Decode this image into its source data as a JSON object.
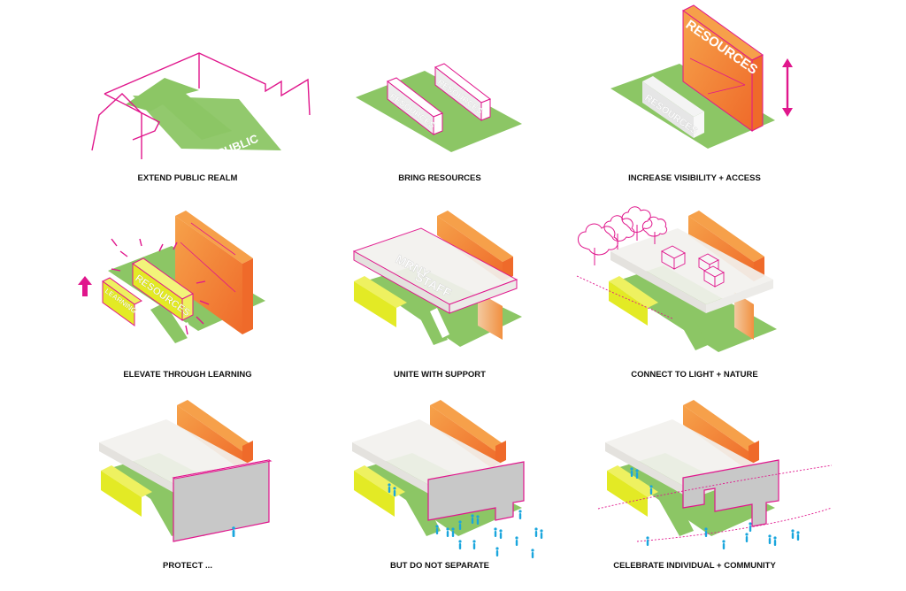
{
  "palette": {
    "green": "#8cc665",
    "green_dark": "#79b552",
    "magenta": "#e0168c",
    "orange": "#f07a2a",
    "orange_light": "#f6b04a",
    "yellow": "#e3ea25",
    "grey": "#c9c9c9",
    "white_slab": "#f1f1ee",
    "cyan": "#1aa6dd"
  },
  "block_labels": {
    "public": "PUBLIC",
    "resources": "RESOURCES",
    "learning": "LEARNING",
    "staff_line1": "MRNY",
    "staff_line2": "STAFF"
  },
  "panels": [
    {
      "caption": "EXTEND PUBLIC REALM"
    },
    {
      "caption": "BRING RESOURCES"
    },
    {
      "caption": "INCREASE VISIBILITY + ACCESS"
    },
    {
      "caption": "ELEVATE THROUGH LEARNING"
    },
    {
      "caption": "UNITE WITH SUPPORT"
    },
    {
      "caption": "CONNECT TO LIGHT + NATURE"
    },
    {
      "caption": "PROTECT ..."
    },
    {
      "caption": "BUT DO NOT SEPARATE"
    },
    {
      "caption": "CELEBRATE INDIVIDUAL + COMMUNITY"
    }
  ]
}
